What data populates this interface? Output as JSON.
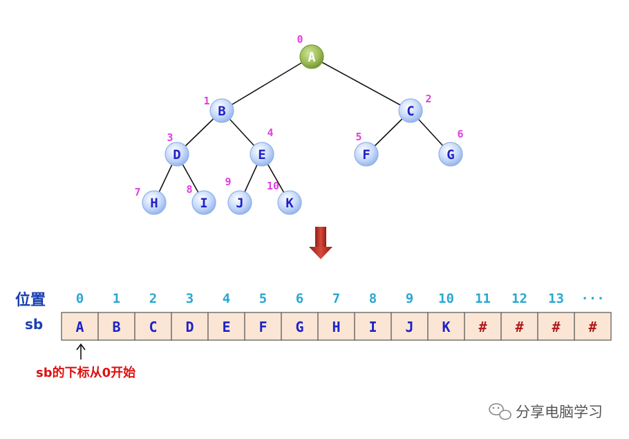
{
  "colors": {
    "node_blue_light": "#dde8fb",
    "node_blue_dark": "#8fb0ea",
    "node_root_light": "#b6d27a",
    "node_root_dark": "#7c9c3a",
    "node_text": "#1f22c6",
    "root_text": "#ffffff",
    "index_text": "#e23de0",
    "position_text": "#2aa7d0",
    "cell_fill": "#fbe6d6",
    "cell_border": "#555555",
    "cell_text": "#1f22c6",
    "hash_text": "#b01a1a",
    "arrow_fill": "#c0392b",
    "note_text": "#e01010",
    "row_label_text": "#1a3fb0"
  },
  "tree": {
    "nodes": [
      {
        "id": "A",
        "label": "A",
        "index": "0"
      },
      {
        "id": "B",
        "label": "B",
        "index": "1"
      },
      {
        "id": "C",
        "label": "C",
        "index": "2"
      },
      {
        "id": "D",
        "label": "D",
        "index": "3"
      },
      {
        "id": "E",
        "label": "E",
        "index": "4"
      },
      {
        "id": "F",
        "label": "F",
        "index": "5"
      },
      {
        "id": "G",
        "label": "G",
        "index": "6"
      },
      {
        "id": "H",
        "label": "H",
        "index": "7"
      },
      {
        "id": "I",
        "label": "I",
        "index": "8"
      },
      {
        "id": "J",
        "label": "J",
        "index": "9"
      },
      {
        "id": "K",
        "label": "K",
        "index": "10"
      }
    ],
    "edges": [
      [
        "A",
        "B"
      ],
      [
        "A",
        "C"
      ],
      [
        "B",
        "D"
      ],
      [
        "B",
        "E"
      ],
      [
        "C",
        "F"
      ],
      [
        "C",
        "G"
      ],
      [
        "D",
        "H"
      ],
      [
        "D",
        "I"
      ],
      [
        "E",
        "J"
      ],
      [
        "E",
        "K"
      ]
    ]
  },
  "array": {
    "position_row_label": "位置",
    "sb_row_label": "sb",
    "positions": [
      "0",
      "1",
      "2",
      "3",
      "4",
      "5",
      "6",
      "7",
      "8",
      "9",
      "10",
      "11",
      "12",
      "13",
      "···"
    ],
    "cells": [
      "A",
      "B",
      "C",
      "D",
      "E",
      "F",
      "G",
      "H",
      "I",
      "J",
      "K",
      "#",
      "#",
      "#",
      "#"
    ],
    "note": "sb的下标从0开始"
  },
  "watermark": {
    "icon": "wechat-icon",
    "text": "分享电脑学习"
  }
}
